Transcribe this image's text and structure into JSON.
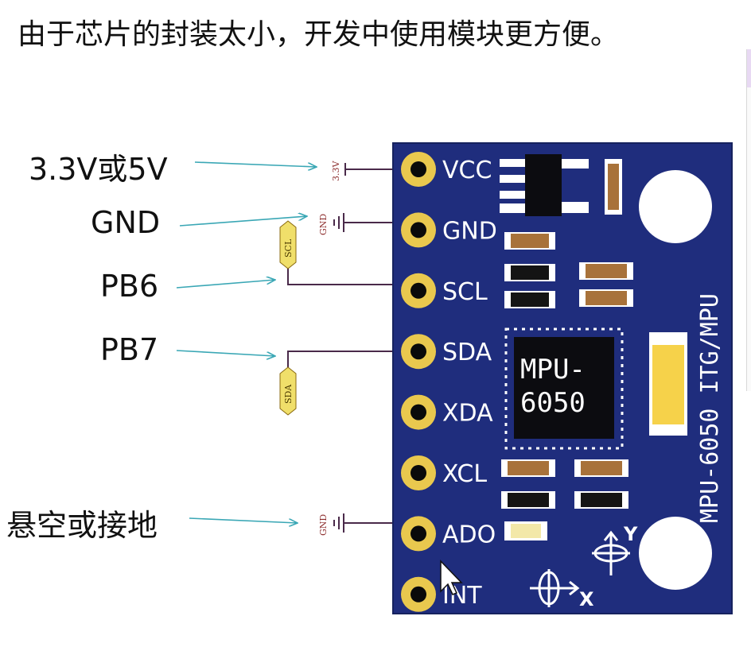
{
  "title": "由于芯片的封装太小，开发中使用模块更方便。",
  "side_labels": {
    "vcc": "3.3V或5V",
    "gnd": "GND",
    "scl": "PB6",
    "sda": "PB7",
    "ado": "悬空或接地"
  },
  "net_tags": {
    "v33": "3.3V",
    "gnd1": "GND",
    "scl": "SCL",
    "sda": "SDA",
    "gnd2": "GND"
  },
  "pins": [
    {
      "label": "VCC"
    },
    {
      "label": "GND"
    },
    {
      "label": "SCL"
    },
    {
      "label": "SDA"
    },
    {
      "label": "XDA"
    },
    {
      "label": "XCL"
    },
    {
      "label": "ADO"
    },
    {
      "label": "INT"
    }
  ],
  "chip": {
    "line1": "MPU-",
    "line2": "6050"
  },
  "board_text": "MPU-6050 ITG/MPU",
  "axes": {
    "x": "X",
    "y": "Y"
  },
  "colors": {
    "board": "#1f2d7d",
    "pad": "#e9c84e",
    "arrow": "#3aa7b5",
    "wire": "#4a2a4a",
    "tag": "#f0df6a"
  }
}
